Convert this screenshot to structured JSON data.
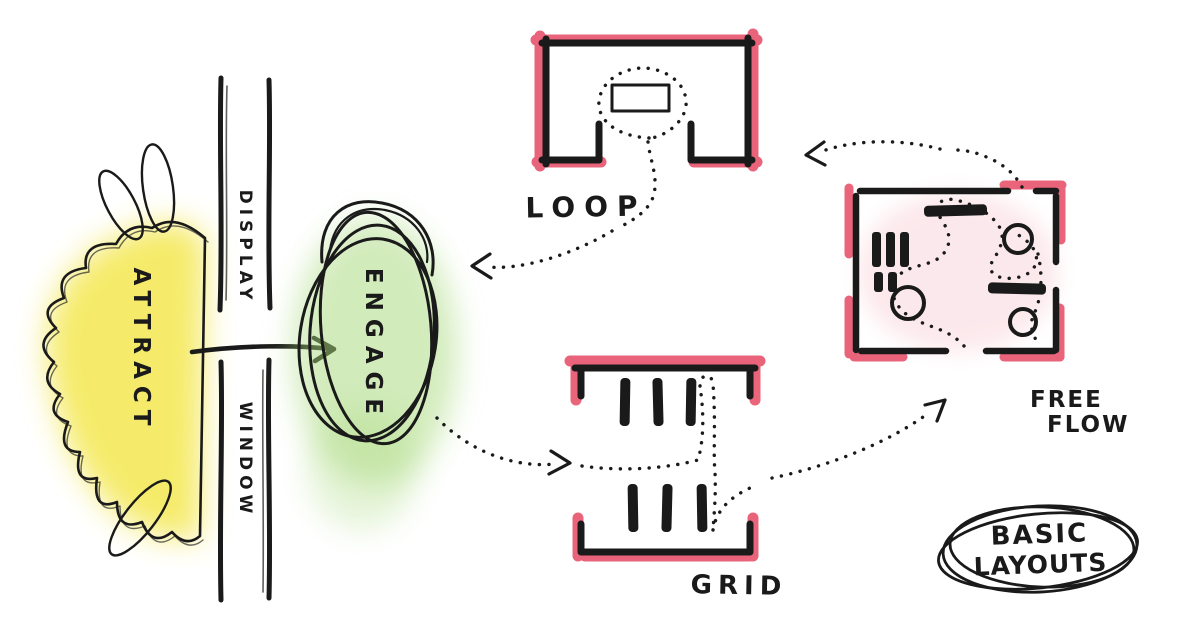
{
  "storefront": {
    "attract": "ATTRACT",
    "engage": "ENGAGE",
    "wall_top": "DISPLAY",
    "wall_bottom": "WINDOW"
  },
  "layouts": {
    "loop": {
      "label": "LOOP"
    },
    "grid": {
      "label": "GRID"
    },
    "free_flow": {
      "line1": "FREE",
      "line2": "FLOW"
    }
  },
  "badge": {
    "line1": "BASIC",
    "line2": "LAYOUTS"
  },
  "colors": {
    "ink": "#1a1a1a",
    "pink": "#e8576f",
    "yellow": "#f2e438",
    "green": "#a5d878"
  }
}
